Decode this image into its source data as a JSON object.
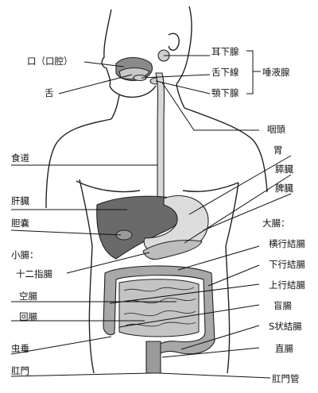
{
  "labels": {
    "mouth": "口（口腔）",
    "tongue": "舌",
    "parotid_gland": "耳下腺",
    "sublingual_gland": "舌下線",
    "submandibular_gland": "顎下腺",
    "salivary_glands": "唾液腺",
    "pharynx": "咽頭",
    "esophagus": "食道",
    "stomach": "胃",
    "pancreas": "膵臓",
    "spleen": "脾臓",
    "liver": "肝臓",
    "gallbladder": "胆嚢",
    "large_intestine": "大腸：",
    "small_intestine": "小腸：",
    "transverse_colon": "横行結腸",
    "duodenum": "十二指腸",
    "descending_colon": "下行結腸",
    "ascending_colon": "上行結腸",
    "jejunum": "空腸",
    "cecum": "盲腸",
    "ileum": "回腸",
    "sigmoid_colon": "S状結腸",
    "appendix": "虫垂",
    "rectum": "直腸",
    "anus": "肛門",
    "anal_canal": "肛門管"
  },
  "colors": {
    "outline": "#222222",
    "skin_fill": "#ffffff",
    "liver_fill": "#6a6a6a",
    "stomach_fill": "#dcdcdc",
    "intestine_fill": "#c4c4c4",
    "colon_fill": "#a8a8a8",
    "esophagus_fill": "#d9d9d9",
    "mouth_fill": "#8a8a8a"
  }
}
